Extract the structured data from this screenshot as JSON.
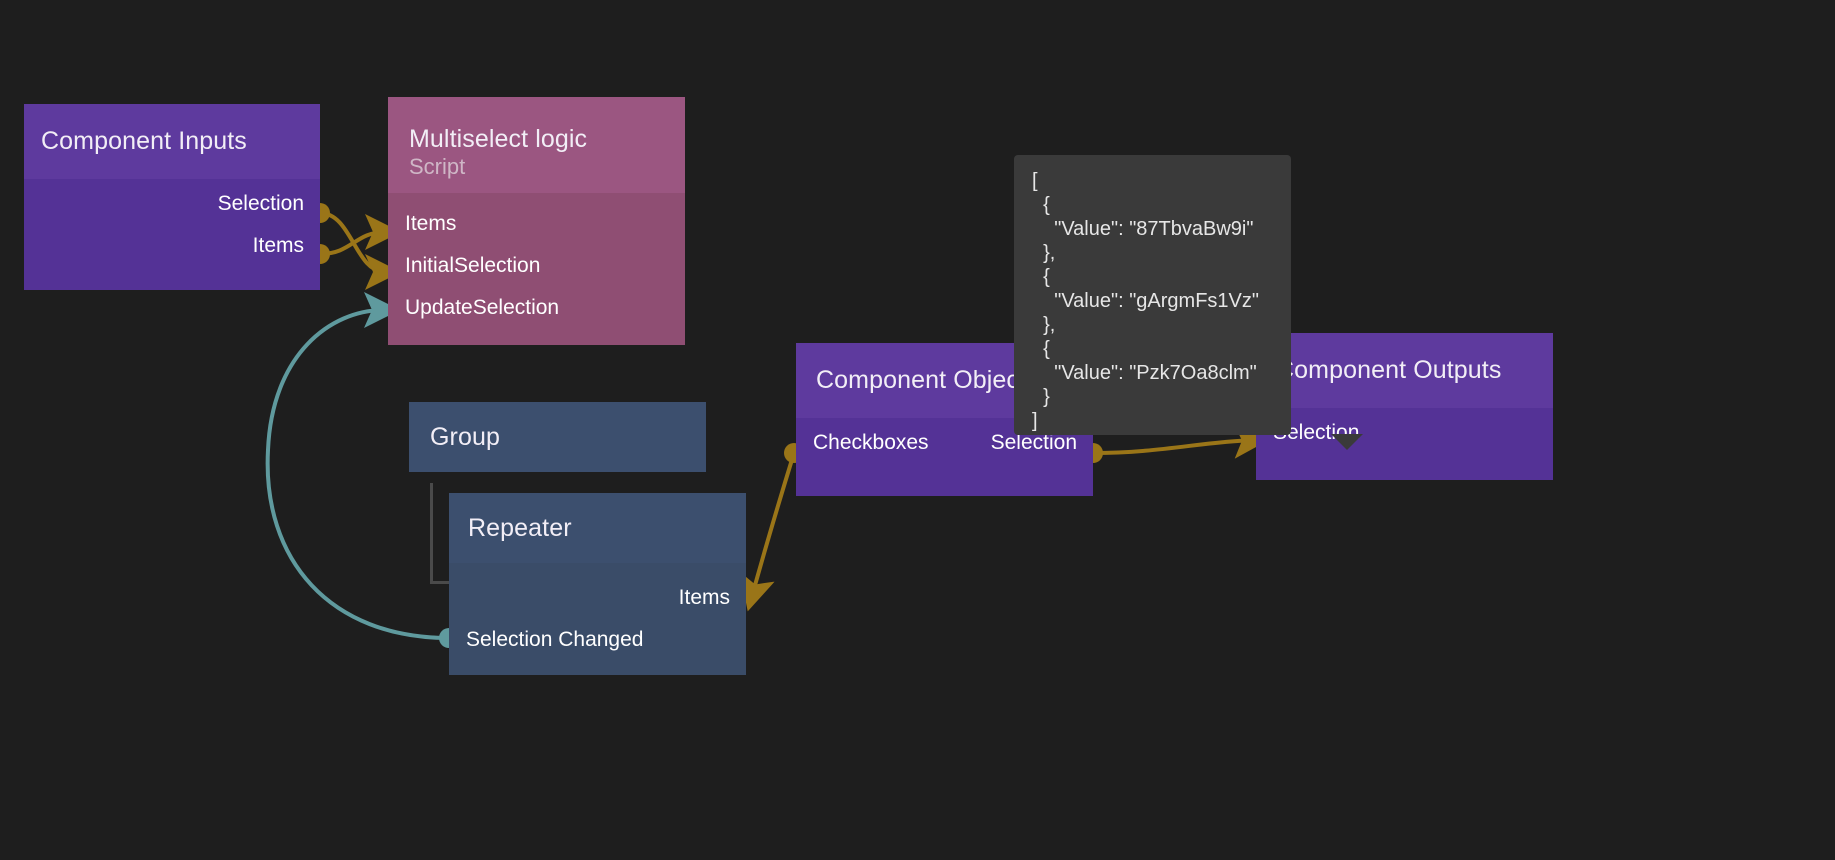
{
  "canvas": {
    "background": "#1e1e1e",
    "wire_color_data": "#9a7518",
    "wire_color_event": "#5f9a9e"
  },
  "nodes": {
    "component_inputs": {
      "title": "Component Inputs",
      "accent": "#5e3a9e",
      "outputs": [
        {
          "label": "Selection"
        },
        {
          "label": "Items"
        }
      ]
    },
    "multiselect_logic": {
      "title": "Multiselect logic",
      "subtitle": "Script",
      "accent": "#9b5681",
      "inputs": [
        {
          "label": "Items"
        },
        {
          "label": "InitialSelection"
        },
        {
          "label": "UpdateSelection"
        }
      ]
    },
    "group": {
      "title": "Group",
      "accent": "#3c4f6e"
    },
    "repeater": {
      "title": "Repeater",
      "accent": "#3c4f6e",
      "ports": [
        {
          "label": "Items"
        },
        {
          "label": "Selection Changed"
        }
      ]
    },
    "component_object": {
      "title": "Component Object",
      "accent": "#5e3a9e",
      "input": {
        "label": "Checkboxes"
      },
      "output": {
        "label": "Selection"
      }
    },
    "component_outputs": {
      "title": "Component Outputs",
      "accent": "#5e3a9e",
      "input": {
        "label": "Selection"
      }
    }
  },
  "tooltip": {
    "background": "#3a3a3a",
    "text": "[\n  {\n    \"Value\": \"87TbvaBw9i\"\n  },\n  {\n    \"Value\": \"gArgmFs1Vz\"\n  },\n  {\n    \"Value\": \"Pzk7Oa8clm\"\n  }\n]",
    "json_values": [
      "87TbvaBw9i",
      "gArgmFs1Vz",
      "Pzk7Oa8clm"
    ]
  }
}
